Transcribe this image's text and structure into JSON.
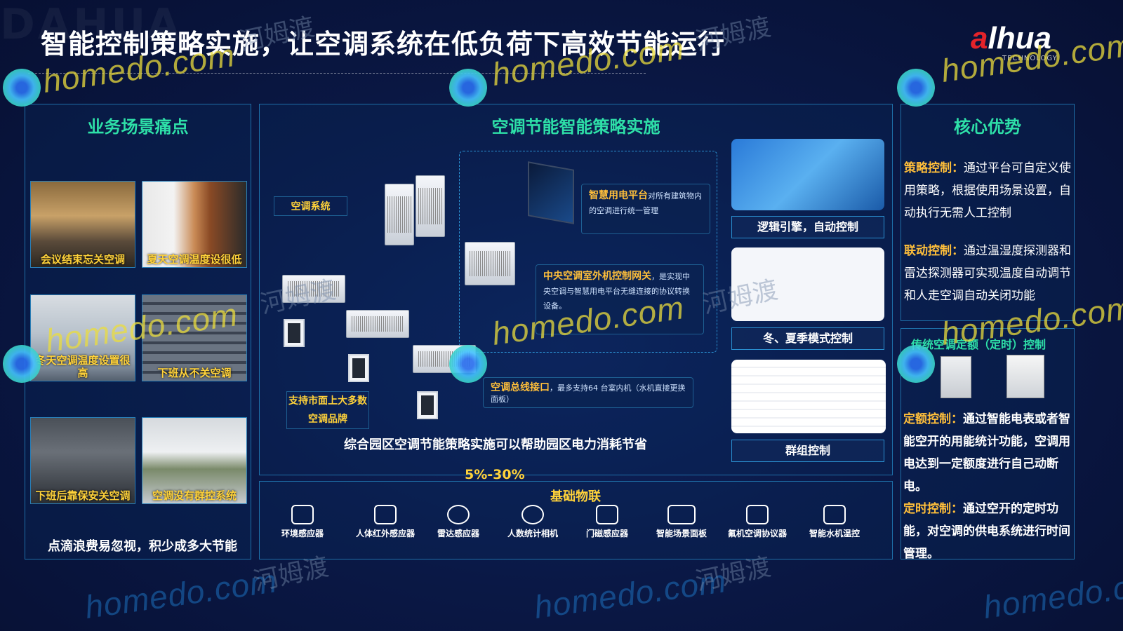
{
  "page": {
    "title": "智能控制策略实施，让空调系统在低负荷下高效节能运行",
    "bg_brand": "DAHUA",
    "logo_text": "alhua",
    "logo_sub": "TECHNOLOGY"
  },
  "left": {
    "title": "业务场景痛点",
    "cards": [
      {
        "label": "会议结束忘关空调"
      },
      {
        "label": "夏天空调温度设很低"
      },
      {
        "label": "冬天空调温度设置很高"
      },
      {
        "label": "下班从不关空调"
      },
      {
        "label": "下班后靠保安关空调"
      },
      {
        "label": "空调没有群控系统"
      }
    ],
    "summary": "点滴浪费易忽视，积少成多大节能"
  },
  "center": {
    "title": "空调节能智能策略实施",
    "ac_system_tag": "空调系统",
    "brand_tag": "支持市面上大多数空调品牌",
    "platform_callout_title": "智慧用电平台",
    "platform_callout_text": "对所有建筑物内的空调进行统一管理",
    "gateway_callout_title": "中央空调室外机控制网关",
    "gateway_callout_text": "，是实现中央空调与智慧用电平台无缝连接的协议转换设备。",
    "bus_callout_title": "空调总线接口",
    "bus_callout_text": "，最多支持64 台室内机（水机直接更换面板）",
    "features": [
      "逻辑引擎，自动控制",
      "冬、夏季模式控制",
      "群组控制"
    ],
    "savings_text": "综合园区空调节能策略实施可以帮助园区电力消耗节省",
    "savings_pct": "5%-30%",
    "iot_title": "基础物联",
    "iot_items": [
      {
        "label": "环境感应器",
        "icon": "environment-sensor-icon"
      },
      {
        "label": "人体红外感应器",
        "icon": "infrared-sensor-icon"
      },
      {
        "label": "雷达感应器",
        "icon": "radar-sensor-icon"
      },
      {
        "label": "人数统计相机",
        "icon": "people-counting-camera-icon"
      },
      {
        "label": "门磁感应器",
        "icon": "door-sensor-icon"
      },
      {
        "label": "智能场景面板",
        "icon": "scene-panel-icon"
      },
      {
        "label": "氟机空调协议器",
        "icon": "ac-protocol-icon"
      },
      {
        "label": "智能水机温控",
        "icon": "water-thermostat-icon"
      }
    ]
  },
  "right": {
    "title": "核心优势",
    "adv1_hl": "策略控制：",
    "adv1_text": "通过平台可自定义使用策略，根据使用场景设置，自动执行无需人工控制",
    "adv2_hl": "联动控制：",
    "adv2_text": "通过温湿度探测器和雷达探测器可实现温度自动调节和人走空调自动关闭功能",
    "trad_title": "传统空调定额（定时）控制",
    "adv3_hl": "定额控制：",
    "adv3_text": "通过智能电表或者智能空开的用能统计功能，空调用电达到一定额度进行自己动断电。",
    "adv4_hl": "定时控制：",
    "adv4_text": "通过空开的定时功能，对空调的供电系统进行时间管理。"
  },
  "watermark": {
    "text": "homedo.com",
    "cn": "河姆渡"
  },
  "colors": {
    "accent_green": "#2ee0a8",
    "accent_yellow": "#ffd23a",
    "highlight_orange": "#ffbf3a",
    "border_blue": "#1e6fa8",
    "logo_red": "#e5232a"
  }
}
